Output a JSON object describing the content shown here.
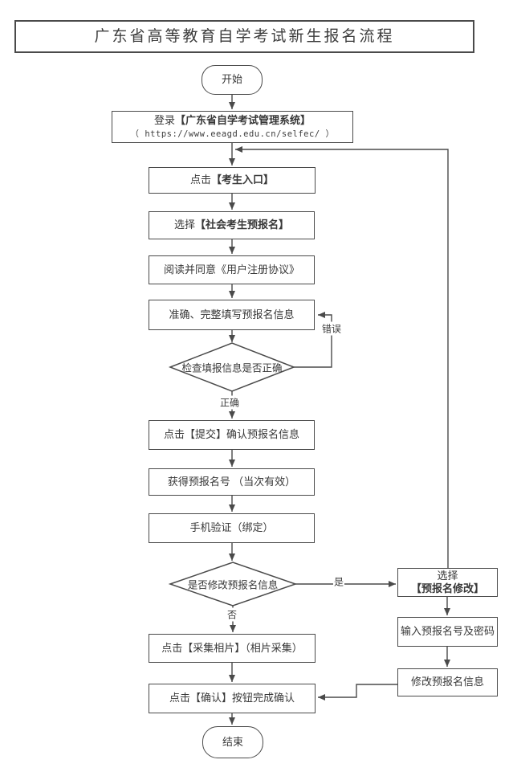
{
  "title": "广东省高等教育自学考试新生报名流程",
  "nodes": {
    "start": {
      "label": "开始"
    },
    "login": {
      "prefix": "登录",
      "bold": "【广东省自学考试管理系统】",
      "url": "（ https://www.eeagd.edu.cn/selfec/ ）"
    },
    "entry": {
      "prefix": "点击",
      "bold": "【考生入口】"
    },
    "select_pre": {
      "prefix": "选择",
      "bold": "【社会考生预报名】"
    },
    "agreement": {
      "label": "阅读并同意《用户注册协议》"
    },
    "fill": {
      "label": "准确、完整填写预报名信息"
    },
    "check": {
      "label": "检查填报信息是否正确"
    },
    "submit": {
      "label": "点击【提交】确认预报名信息"
    },
    "obtain": {
      "label": "获得预报名号 （当次有效）"
    },
    "phone": {
      "label": "手机验证（绑定）"
    },
    "modify_q": {
      "label": "是否修改预报名信息"
    },
    "select_modify": {
      "prefix": "选择",
      "bold": "【预报名修改】"
    },
    "input_pwd": {
      "label": "输入预报名号及密码"
    },
    "modify_info": {
      "label": "修改预报名信息"
    },
    "photo": {
      "label": "点击【采集相片】（相片采集）"
    },
    "confirm": {
      "label": "点击【确认】按钮完成确认"
    },
    "end": {
      "label": "结束"
    }
  },
  "edge_labels": {
    "error": "错误",
    "correct": "正确",
    "yes": "是",
    "no": "否"
  },
  "colors": {
    "line": "#4a4a4a",
    "text": "#383838",
    "background": "#ffffff"
  }
}
